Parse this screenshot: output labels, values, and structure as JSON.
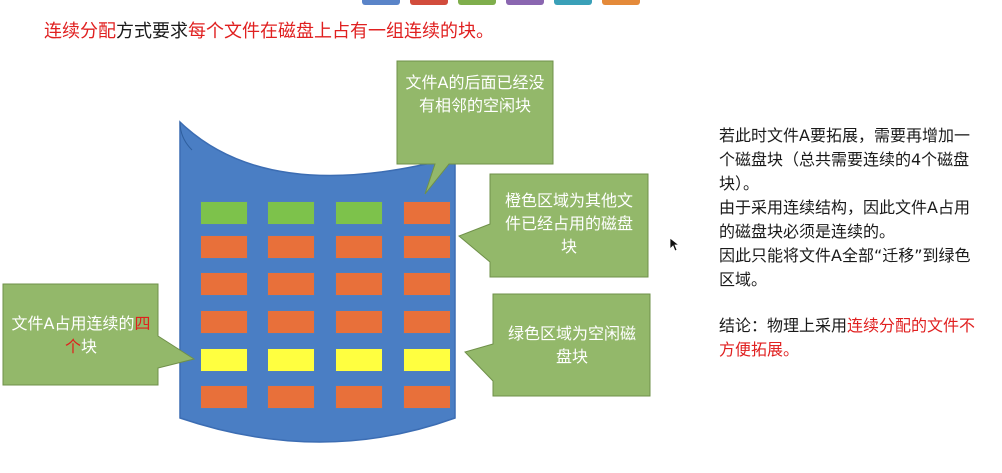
{
  "title": {
    "part1": "连续分配",
    "part2": "方式要求",
    "part3": "每个文件在磁盘上占有一组连续的块。"
  },
  "callouts": {
    "top": "文件A的后面已经没有相邻的空闲块",
    "orange": "橙色区域为其他文件已经占用的磁盘块",
    "green": "绿色区域为空闲磁盘块",
    "left_prefix": "文件A占用连续的",
    "left_highlight": "四个",
    "left_suffix": "块"
  },
  "notes": {
    "line1": "若此时文件A要拓展，需要再增加一个磁盘块（总共需要连续的4个磁盘块）。",
    "line2": "由于采用连续结构，因此文件A占用的磁盘块必须是连续的。",
    "line3": "因此只能将文件A全部“迁移”到绿色区域。",
    "conclusion_prefix": "结论：物理上采用",
    "conclusion_highlight": "连续分配的文件不方便拓展。"
  },
  "blocks": [
    [
      "green",
      "green",
      "green",
      "orange"
    ],
    [
      "orange",
      "orange",
      "orange",
      "orange"
    ],
    [
      "orange",
      "orange",
      "orange",
      "orange"
    ],
    [
      "orange",
      "orange",
      "orange",
      "orange"
    ],
    [
      "yellow",
      "yellow",
      "yellow",
      "yellow"
    ],
    [
      "orange",
      "orange",
      "orange",
      "orange"
    ]
  ],
  "colors": {
    "disk": "#4a7ec4",
    "callout": "#93b86a",
    "green_block": "#7dc24b",
    "orange_block": "#e8703a",
    "yellow_block": "#ffff40",
    "highlight": "#e02020"
  }
}
